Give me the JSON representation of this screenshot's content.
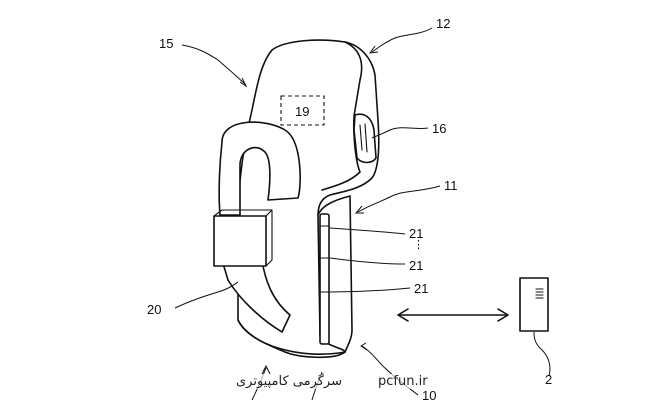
{
  "diagram": {
    "reference_numerals": {
      "controller": "12",
      "housing": "15",
      "display_region": "19",
      "trigger": "16",
      "grip_body": "11",
      "sensor_a": "21",
      "sensor_dots": "⋮",
      "sensor_b": "21",
      "sensor_c": "21",
      "strap": "20",
      "base": "10",
      "receiver": "2"
    },
    "watermark": {
      "persian_text": "سرگرمی کامپیوتری",
      "site": "pcfun.ir"
    }
  }
}
